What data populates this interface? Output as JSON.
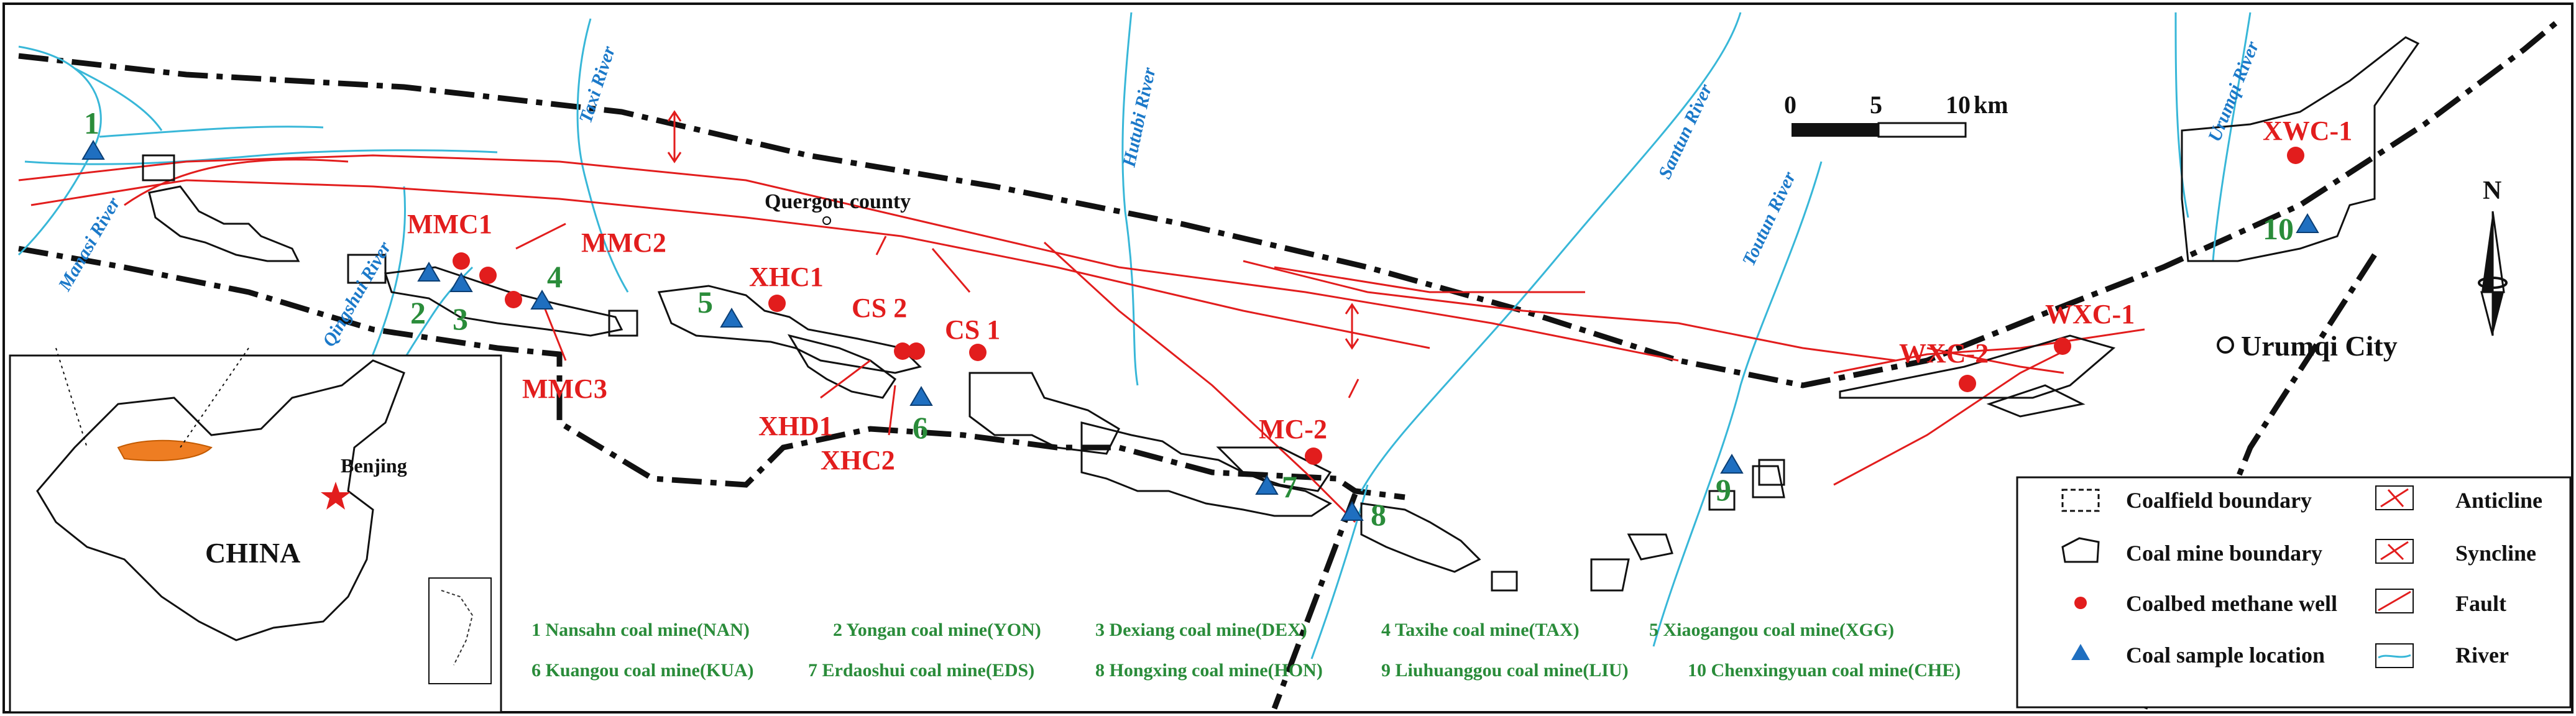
{
  "rivers": [
    {
      "name": "Manasi River"
    },
    {
      "name": "Qingshui River"
    },
    {
      "name": "Taxi River"
    },
    {
      "name": "Hutubi River"
    },
    {
      "name": "Santun River"
    },
    {
      "name": "Toutun River"
    },
    {
      "name": "Urumqi River"
    }
  ],
  "places": {
    "county": "Quergou county",
    "city": "Urumqi City"
  },
  "wells": [
    {
      "id": "MMC1"
    },
    {
      "id": "MMC2"
    },
    {
      "id": "MMC3"
    },
    {
      "id": "XHC1"
    },
    {
      "id": "CS 2"
    },
    {
      "id": "CS 1"
    },
    {
      "id": "XHD1"
    },
    {
      "id": "XHC2"
    },
    {
      "id": "MC-2"
    },
    {
      "id": "WXC-1"
    },
    {
      "id": "WXC-2"
    },
    {
      "id": "XWC-1"
    }
  ],
  "samples": [
    {
      "num": "1"
    },
    {
      "num": "2"
    },
    {
      "num": "3"
    },
    {
      "num": "4"
    },
    {
      "num": "5"
    },
    {
      "num": "6"
    },
    {
      "num": "7"
    },
    {
      "num": "8"
    },
    {
      "num": "9"
    },
    {
      "num": "10"
    }
  ],
  "scale_bar": {
    "t0": "0",
    "t1": "5",
    "t2": "10",
    "unit": "km"
  },
  "north": "N",
  "inset": {
    "country": "CHINA",
    "capital": "Benjing"
  },
  "mine_list": [
    "1 Nansahn coal mine(NAN)",
    "2 Yongan coal mine(YON)",
    "3 Dexiang coal mine(DEX)",
    "4 Taxihe coal mine(TAX)",
    "5 Xiaogangou coal mine(XGG)",
    "6 Kuangou coal mine(KUA)",
    "7 Erdaoshui coal mine(EDS)",
    "8 Hongxing coal mine(HON)",
    "9 Liuhuanggou coal mine(LIU)",
    "10 Chenxingyuan coal mine(CHE)"
  ],
  "legend": {
    "coalfield": "Coalfield boundary",
    "mine": "Coal mine boundary",
    "well": "Coalbed methane well",
    "sample": "Coal sample location",
    "anticline": "Anticline",
    "syncline": "Syncline",
    "fault": "Fault",
    "river": "River"
  },
  "colors": {
    "well": "#e21d1d",
    "sample": "#1f6fc0",
    "fault": "#e21d1d",
    "river": "#38b7d8",
    "sample_label": "#2a8c3a",
    "xinjiang": "#ee7d22"
  }
}
